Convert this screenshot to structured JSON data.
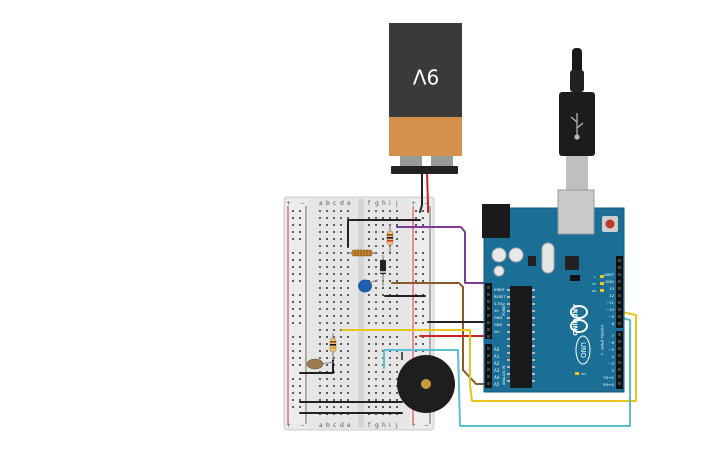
{
  "battery": {
    "label": "9V"
  },
  "breadboard": {
    "col_letters_left": [
      "a",
      "b",
      "c",
      "d",
      "e"
    ],
    "col_letters_right": [
      "f",
      "g",
      "h",
      "i",
      "j"
    ],
    "rail_plus": "+",
    "rail_minus": "−"
  },
  "arduino": {
    "brand": "ARDUINO",
    "model": "UNO",
    "power_header_labels": [
      "IOREF",
      "RESET",
      "3.3V",
      "5V",
      "GND",
      "GND",
      "Vin"
    ],
    "analog_header_labels": [
      "A0",
      "A1",
      "A2",
      "A3",
      "A4",
      "A5"
    ],
    "power_group_label": "POWER",
    "analog_group_label": "ANALOG IN",
    "digital_header_labels": [
      "AREF",
      "GND",
      "13",
      "12",
      "~11",
      "~10",
      "~9",
      "8",
      "7",
      "~6",
      "~5",
      "4",
      "~3",
      "2",
      "TX→1",
      "RX←0"
    ],
    "digital_group_label": "DIGITAL (PWM ~)",
    "led_labels": [
      "L",
      "TX",
      "RX",
      "ON"
    ]
  },
  "colors": {
    "battery_body": "#3a3a3a",
    "battery_base": "#d4914e",
    "board_teal": "#1b6f97",
    "breadboard": "#e8e8e8",
    "wire_red": "#cc2222",
    "wire_purple": "#7d3c98",
    "wire_brown": "#8a5a2b",
    "wire_yellow": "#e8c51a",
    "wire_cyan": "#5bbfcf",
    "wire_black": "#222222"
  }
}
